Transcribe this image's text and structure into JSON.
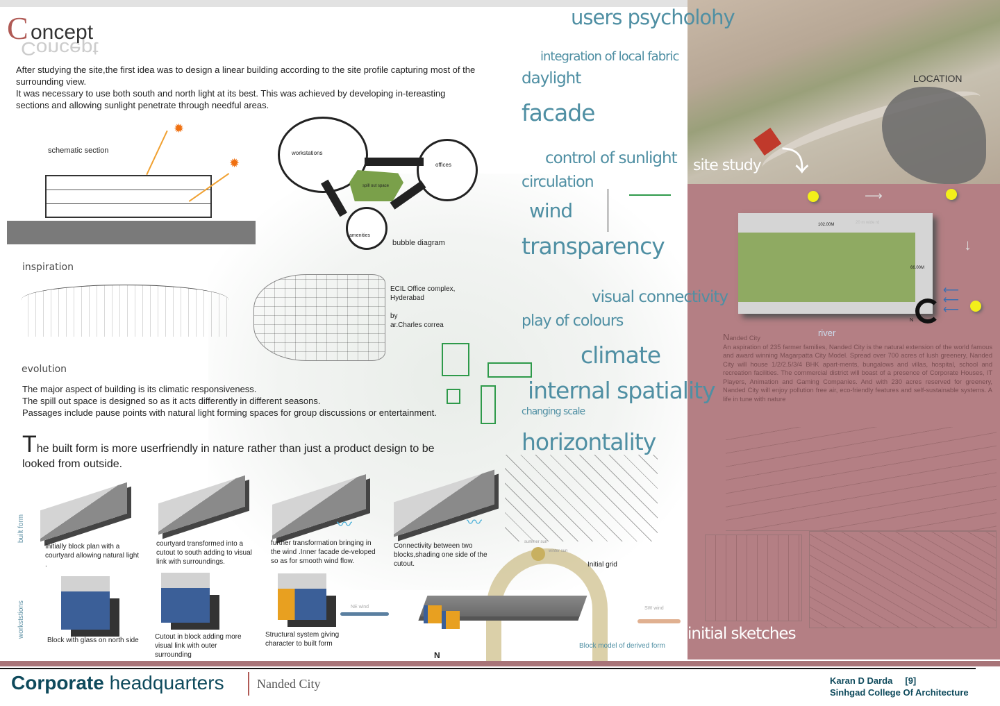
{
  "header": {
    "title_initial": "C",
    "title_rest": "oncept",
    "title_shadow": "Concept"
  },
  "intro": {
    "p1": "After studying the site,the first idea was to design a linear building according to the site profile capturing most of the surrounding view.",
    "p2": "It was necessary to use both south and north light at its best. This was achieved by developing in-tereasting sections and allowing sunlight penetrate through needful areas."
  },
  "section": {
    "label": "schematic section"
  },
  "bubble": {
    "workstations": "workstations",
    "offices": "offices",
    "amenities": "amenities",
    "court": "spill out space",
    "label": "bubble diagram"
  },
  "inspiration": {
    "heading": "inspiration",
    "ref_title": "ECIL Office complex, Hyderabad",
    "ref_by": "by",
    "ref_architect": "ar.Charles correa"
  },
  "evolution": {
    "heading": "evolution",
    "p1": "The major aspect of building is its climatic responsiveness.",
    "p2": "The spill out space is designed so as it acts differently in different seasons.",
    "p3": "Passages include pause points with natural light forming spaces for group discussions or entertainment."
  },
  "statement": {
    "initial": "T",
    "rest": "he built form is more userfriendly in nature rather than just a product design to be looked from outside."
  },
  "built_form": {
    "side_label": "built form",
    "captions": [
      "Initially block plan with a courtyard allowing natural light .",
      "courtyard transformed into a cutout to south adding to visual link with surroundings.",
      "further transformation bringing in the wind .Inner facade de-veloped so as for smooth wind flow.",
      "Connectivity between two blocks,shading one side of the cutout."
    ]
  },
  "workstations": {
    "side_label": "workststions",
    "captions": [
      "Block with glass on north side",
      "Cutout in block adding more visual link with outer surrounding",
      "Structural system giving character to built form"
    ],
    "ne_wind": "NE wind"
  },
  "model": {
    "summer_sun": "summer sun",
    "winter_sun": "winter sun",
    "initial_grid": "Initial grid",
    "sw_wind": "SW wind",
    "caption": "Block model of derived form",
    "north": "N"
  },
  "keywords": [
    "users psycholohy",
    "integration of local fabric",
    "daylight",
    "facade",
    "control of sunlight",
    "circulation",
    "wind",
    "transparency",
    "visual connectivity",
    "play of colours",
    "climate",
    "internal spatiality",
    "changing scale",
    "horizontality"
  ],
  "site": {
    "location": "LOCATION",
    "site_study": "site study",
    "dim_top": "102.00M",
    "dim_side": "66.00M",
    "note": "20 m wide rd",
    "river": "river",
    "north": "N"
  },
  "nanded": {
    "title_initial": "N",
    "title_rest": "anded City",
    "body": "An aspiration of 235 farmer families, Nanded City is the natural extension of the world famous and award winning Magarpatta City Model. Spread over 700 acres of lush greenery, Nanded City will house 1/2/2.5/3/4 BHK apart-ments, bungalows and villas, hospital, school and recreation facilities. The commercial district will boast of a presence of Corporate Houses, IT Players, Animation and Gaming Companies. And with 230 acres reserved for greenery, Nanded City will enjoy pollution free air, eco-friendly features and self-sustainable systems. A life in tune with nature"
  },
  "sketches": {
    "label": "initial sketches"
  },
  "footer": {
    "title_bold": "Corporate",
    "title_rest": " headquarters",
    "logo": "Nanded City",
    "author": "Karan D Darda",
    "page": "[9]",
    "college": "Sinhgad College Of Architecture"
  },
  "colors": {
    "rose": "#b47f84",
    "teal": "#4f8fa3",
    "navy": "#0e4a5c"
  }
}
